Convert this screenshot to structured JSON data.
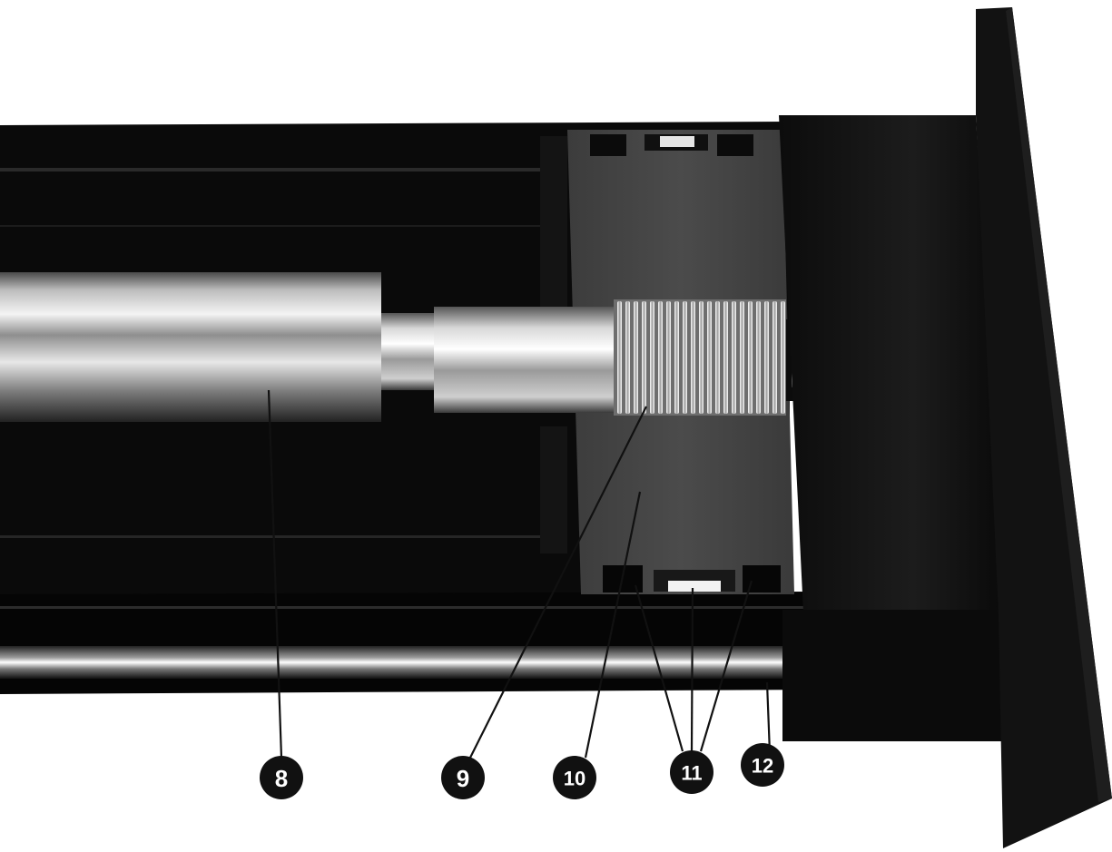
{
  "callouts": [
    {
      "id": "8",
      "label": "8"
    },
    {
      "id": "9",
      "label": "9"
    },
    {
      "id": "10",
      "label": "10"
    },
    {
      "id": "11",
      "label": "11"
    },
    {
      "id": "12",
      "label": "12"
    }
  ]
}
